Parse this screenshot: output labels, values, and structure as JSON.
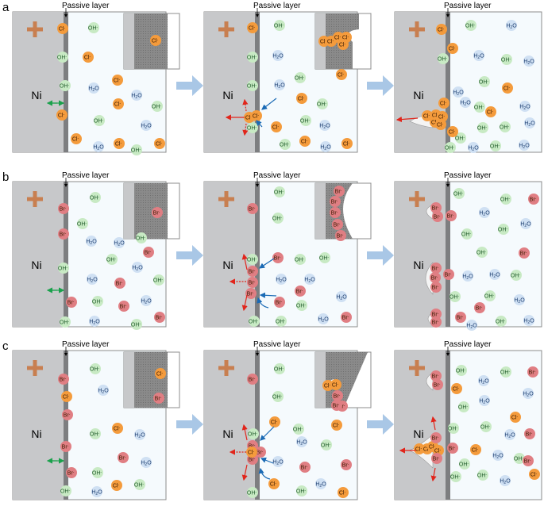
{
  "figure": {
    "labels": {
      "passive": "Passive layer",
      "metal": "Ni",
      "cl": "Cl",
      "br": "Br",
      "oh": "OH",
      "h2o": "H2O"
    },
    "colors": {
      "panel_bg": "#f5fafd",
      "metal": "#c7c8ca",
      "passive_layer": "#7d7e80",
      "plus": "#c87f50",
      "cl_fill": "#f49b3c",
      "br_fill": "#e07e83",
      "oh_fill": "#c8eac4",
      "h2o_fill": "#cfe0f3",
      "arrow_red": "#e1251b",
      "arrow_blue": "#1a6ab5",
      "arrow_green": "#1aa14c",
      "big_arrow": "#a9c7e6"
    },
    "rows": [
      {
        "label": "a",
        "ion": "Cl"
      },
      {
        "label": "b",
        "ion": "Br"
      },
      {
        "label": "c",
        "ion": "Cl+Br"
      }
    ]
  }
}
